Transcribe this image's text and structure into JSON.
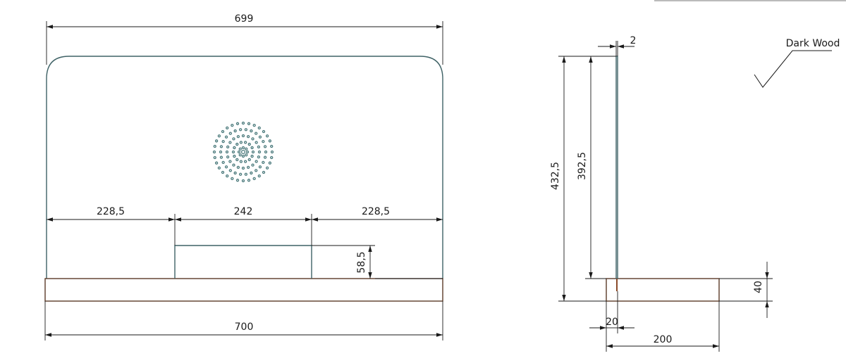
{
  "front_view": {
    "width_top": "699",
    "width_bottom": "700",
    "segment_left": "228,5",
    "segment_center": "242",
    "segment_right": "228,5",
    "cutout_height": "58,5"
  },
  "side_view": {
    "thickness": "2",
    "total_height": "432,5",
    "panel_height": "392,5",
    "base_height": "40",
    "panel_offset": "20",
    "base_depth": "200"
  },
  "material_note": "Dark Wood",
  "colors": {
    "outline": "#3f6266",
    "base_edge": "#5a3a28",
    "nozzle": "#4b7a7c",
    "dimension": "#1a1a1a"
  }
}
